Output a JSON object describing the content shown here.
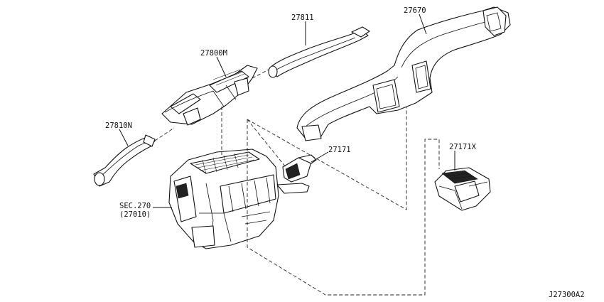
{
  "labels": {
    "p27811": "27811",
    "p27670": "27670",
    "p27800m": "27800M",
    "p27810n": "27810N",
    "p27171": "27171",
    "p27171x": "27171X",
    "sec_line1": "SEC.270",
    "sec_line2": "(27010)",
    "drawing_code": "J27300A2"
  },
  "icons": {
    "heater-unit": "heater-and-cooling-unit-assembly",
    "duct": "ventilator-duct",
    "grille": "ventilator-grille"
  }
}
